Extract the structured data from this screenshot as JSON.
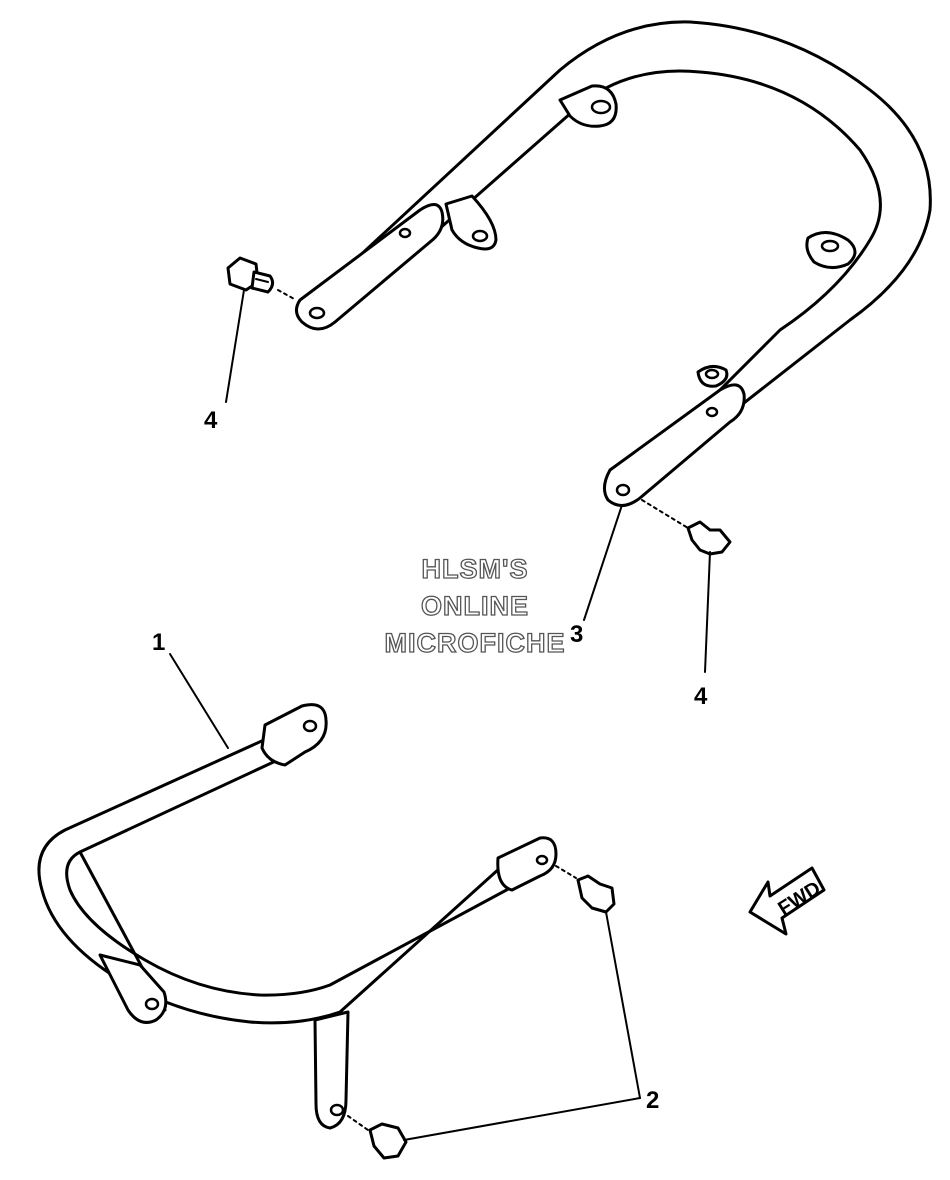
{
  "watermark": {
    "line1": "HLSM'S",
    "line2": "ONLINE",
    "line3": "MICROFICHE"
  },
  "callouts": {
    "part1": "1",
    "part2": "2",
    "part3": "3",
    "part4_upper": "4",
    "part4_lower": "4"
  },
  "direction_arrow": {
    "label": "FWD"
  }
}
